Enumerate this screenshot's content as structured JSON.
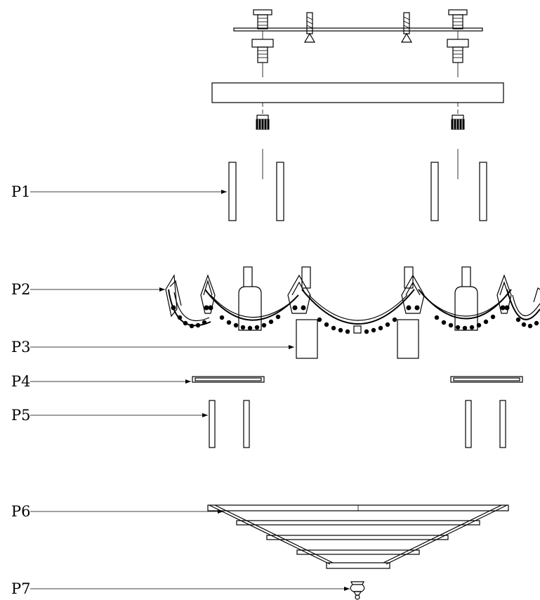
{
  "callouts": [
    {
      "label": "P1"
    },
    {
      "label": "P2"
    },
    {
      "label": "P3"
    },
    {
      "label": "P4"
    },
    {
      "label": "P5"
    },
    {
      "label": "P6"
    },
    {
      "label": "P7"
    }
  ]
}
